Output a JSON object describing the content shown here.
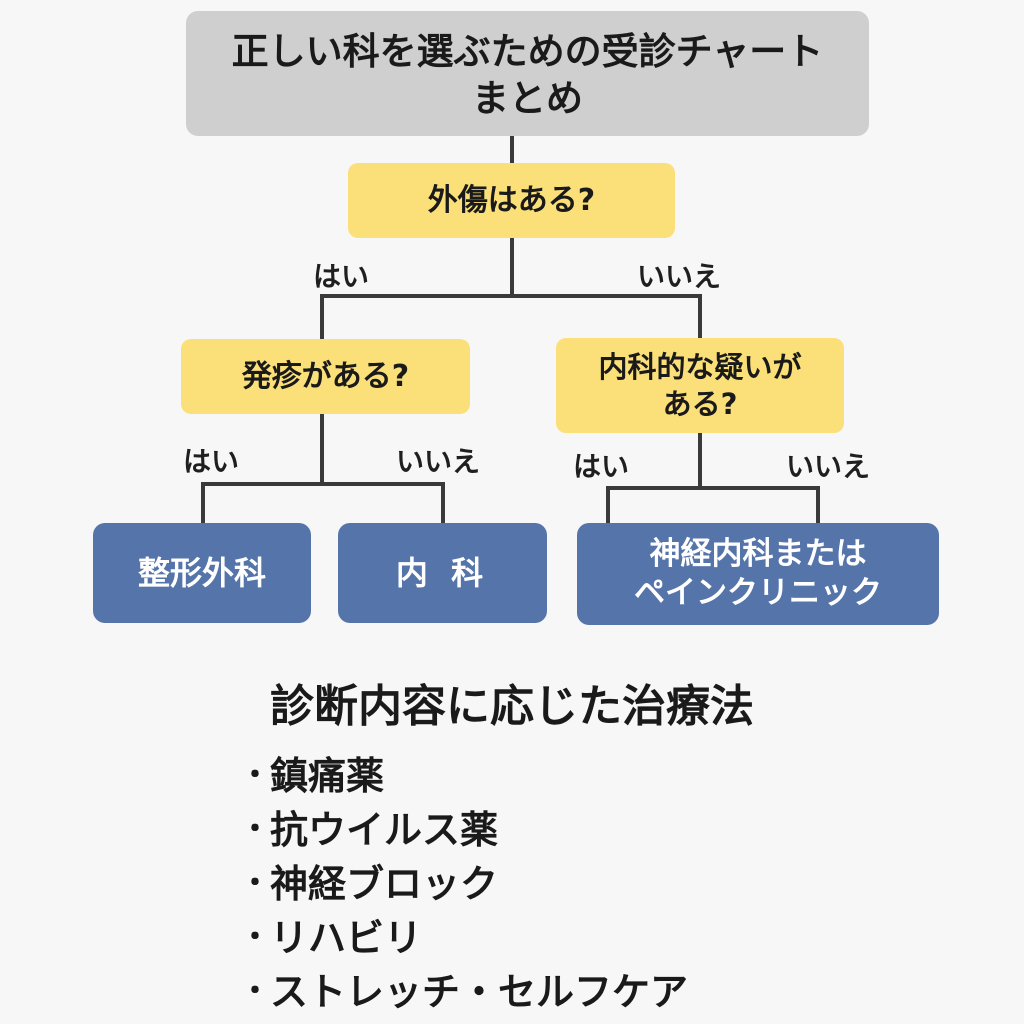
{
  "title": "正しい科を選ぶための受診チャート\nまとめ",
  "questions": {
    "q1": "外傷はある?",
    "q2": "発疹がある?",
    "q3": "内科的な疑いが\nある?"
  },
  "branches": {
    "yes": "はい",
    "no": "いいえ"
  },
  "results": {
    "r1": "整形外科",
    "r2": "内 科",
    "r3": "神経内科または\nペインクリニック"
  },
  "treatment_section": {
    "title": "診断内容に応じた治療法",
    "bullet": "・",
    "items": [
      "鎮痛薬",
      "抗ウイルス薬",
      "神経ブロック",
      "リハビリ",
      "ストレッチ・セルフケア"
    ]
  },
  "colors": {
    "title_box": "#cfcfcf",
    "question_box": "#fbe07a",
    "result_box": "#5574aa",
    "connector": "#3a3a3a"
  }
}
